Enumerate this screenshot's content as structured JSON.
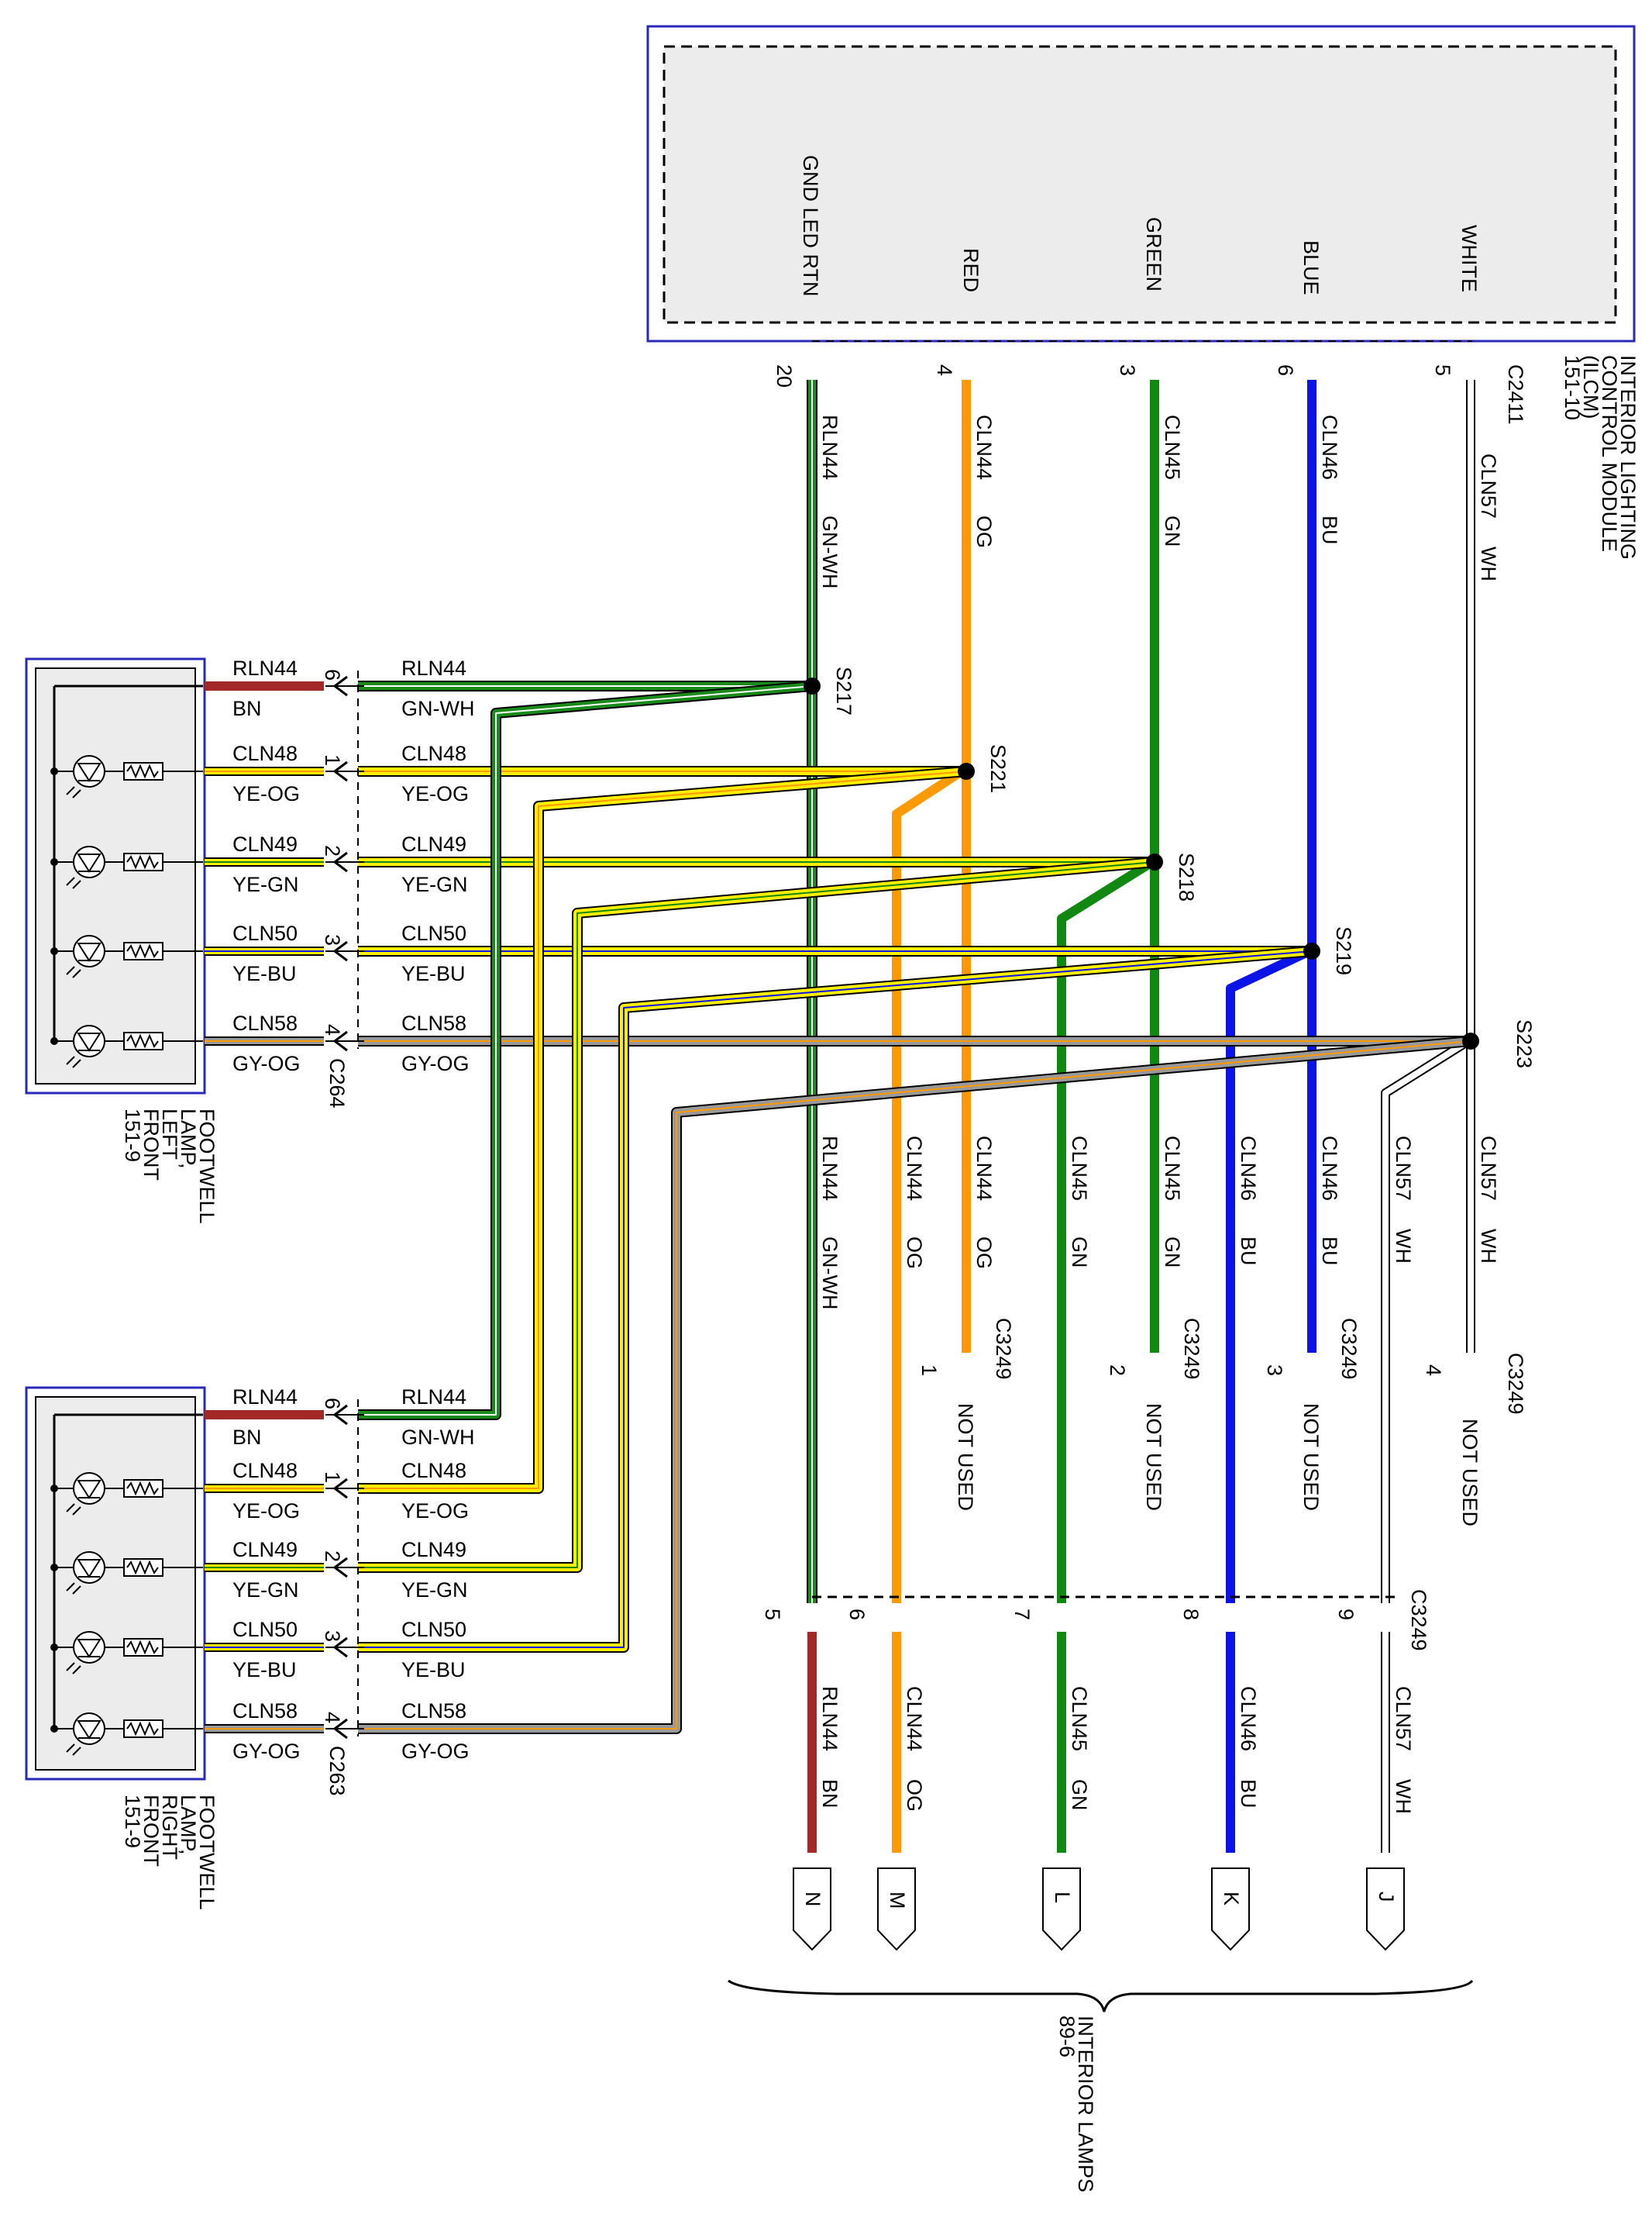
{
  "colors": {
    "GN-WH": {
      "main": "#1a8a1a",
      "stripe": "#ffffff",
      "edge": "#000000"
    },
    "OG": {
      "main": "#ff9900",
      "edge": "#ff9900"
    },
    "GN": {
      "main": "#118811",
      "edge": "#118811"
    },
    "BU": {
      "main": "#0a14e6",
      "edge": "#0a14e6"
    },
    "WH": {
      "main": "#ffffff",
      "edge": "#000000"
    },
    "BN": {
      "main": "#a32828",
      "edge": "#a32828"
    },
    "YE-OG": {
      "main": "#ffee00",
      "stripe": "#ff9900",
      "edge": "#000000"
    },
    "YE-GN": {
      "main": "#ffee00",
      "stripe": "#118811",
      "edge": "#000000"
    },
    "YE-BU": {
      "main": "#ffee00",
      "stripe": "#0a14e6",
      "edge": "#000000"
    },
    "GY-OG": {
      "main": "#999999",
      "stripe": "#ff9900",
      "edge": "#000000"
    },
    "module_border": "#2a2ab8",
    "lamp_border": "#2a2ab8"
  },
  "module": {
    "name_lines": [
      "INTERIOR LIGHTING",
      "CONTROL MODULE",
      "(ILCM)",
      "151-10"
    ],
    "connector": "C2411",
    "pins": [
      {
        "label": "GND LED RTN",
        "pin": "20",
        "circuit": "RLN44",
        "color": "GN-WH"
      },
      {
        "label": "RED",
        "pin": "4",
        "circuit": "CLN44",
        "color": "OG"
      },
      {
        "label": "GREEN",
        "pin": "3",
        "circuit": "CLN45",
        "color": "GN"
      },
      {
        "label": "BLUE",
        "pin": "6",
        "circuit": "CLN46",
        "color": "BU"
      },
      {
        "label": "WHITE",
        "pin": "5",
        "circuit": "CLN57",
        "color": "WH"
      }
    ]
  },
  "splices": [
    "S217",
    "S221",
    "S218",
    "S219",
    "S223"
  ],
  "lamps": [
    {
      "name_lines": [
        "FOOTWELL",
        "LAMP,",
        "LEFT",
        "FRONT",
        "151-9"
      ],
      "connector": "C264",
      "rows": [
        {
          "pin": "6",
          "lamp_circuit": "RLN44",
          "lamp_color": "BN",
          "harness_circuit": "RLN44",
          "harness_color": "GN-WH"
        },
        {
          "pin": "1",
          "lamp_circuit": "CLN48",
          "lamp_color": "YE-OG",
          "harness_circuit": "CLN48",
          "harness_color": "YE-OG"
        },
        {
          "pin": "2",
          "lamp_circuit": "CLN49",
          "lamp_color": "YE-GN",
          "harness_circuit": "CLN49",
          "harness_color": "YE-GN"
        },
        {
          "pin": "3",
          "lamp_circuit": "CLN50",
          "lamp_color": "YE-BU",
          "harness_circuit": "CLN50",
          "harness_color": "YE-BU"
        },
        {
          "pin": "4",
          "lamp_circuit": "CLN58",
          "lamp_color": "GY-OG",
          "harness_circuit": "CLN58",
          "harness_color": "GY-OG"
        }
      ]
    },
    {
      "name_lines": [
        "FOOTWELL",
        "LAMP,",
        "RIGHT",
        "FRONT",
        "151-9"
      ],
      "connector": "C263",
      "rows": [
        {
          "pin": "6",
          "lamp_circuit": "RLN44",
          "lamp_color": "BN",
          "harness_circuit": "RLN44",
          "harness_color": "GN-WH"
        },
        {
          "pin": "1",
          "lamp_circuit": "CLN48",
          "lamp_color": "YE-OG",
          "harness_circuit": "CLN48",
          "harness_color": "YE-OG"
        },
        {
          "pin": "2",
          "lamp_circuit": "CLN49",
          "lamp_color": "YE-GN",
          "harness_circuit": "CLN49",
          "harness_color": "YE-GN"
        },
        {
          "pin": "3",
          "lamp_circuit": "CLN50",
          "lamp_color": "YE-BU",
          "harness_circuit": "CLN50",
          "harness_color": "YE-BU"
        },
        {
          "pin": "4",
          "lamp_circuit": "CLN58",
          "lamp_color": "GY-OG",
          "harness_circuit": "CLN58",
          "harness_color": "GY-OG"
        }
      ]
    }
  ],
  "mid_wires": [
    {
      "circuit": "RLN44",
      "color": "GN-WH"
    },
    {
      "circuit": "CLN44",
      "color": "OG"
    },
    {
      "circuit": "CLN44",
      "color": "OG"
    },
    {
      "circuit": "CLN45",
      "color": "GN"
    },
    {
      "circuit": "CLN45",
      "color": "GN"
    },
    {
      "circuit": "CLN46",
      "color": "BU"
    },
    {
      "circuit": "CLN46",
      "color": "BU"
    },
    {
      "circuit": "CLN57",
      "color": "WH"
    },
    {
      "circuit": "CLN57",
      "color": "WH"
    }
  ],
  "c3249_upper": {
    "connector": "C3249",
    "not_used": "NOT USED",
    "pins": [
      "1",
      "2",
      "3",
      "4"
    ]
  },
  "c3249_lower": {
    "connector": "C3249",
    "pins": [
      "5",
      "6",
      "7",
      "8",
      "9"
    ]
  },
  "bottom_wires": [
    {
      "circuit": "RLN44",
      "color": "BN",
      "terminal": "N"
    },
    {
      "circuit": "CLN44",
      "color": "OG",
      "terminal": "M"
    },
    {
      "circuit": "CLN45",
      "color": "GN",
      "terminal": "L"
    },
    {
      "circuit": "CLN46",
      "color": "BU",
      "terminal": "K"
    },
    {
      "circuit": "CLN57",
      "color": "WH",
      "terminal": "J"
    }
  ],
  "interior_lamps": {
    "name": "INTERIOR LAMPS",
    "ref": "89-6"
  }
}
